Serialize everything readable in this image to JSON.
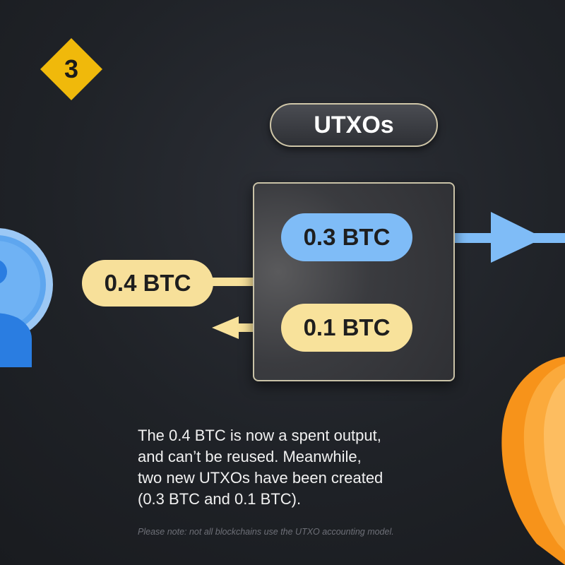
{
  "step_badge": {
    "number": "3",
    "color": "#f0b90b"
  },
  "title": "UTXOs",
  "utxo_box": {
    "outputs": [
      {
        "label": "0.3 BTC",
        "color": "#7fbcf7"
      },
      {
        "label": "0.1 BTC",
        "color": "#f8e29b"
      }
    ]
  },
  "spent_input": {
    "label": "0.4 BTC",
    "color": "#f7e09a"
  },
  "caption": {
    "lines": [
      "The 0.4 BTC is now a spent output,",
      "and can’t be reused. Meanwhile,",
      "two new UTXOs have been created",
      "(0.3 BTC and 0.1 BTC)."
    ]
  },
  "note": "Please note: not all blockchains use the UTXO accounting model.",
  "icons": {
    "user_avatar": "user-avatar-icon",
    "recipient": "orange-recipient-shape-icon",
    "arrow_right": "arrow-right-icon",
    "arrow_left": "arrow-left-icon"
  }
}
